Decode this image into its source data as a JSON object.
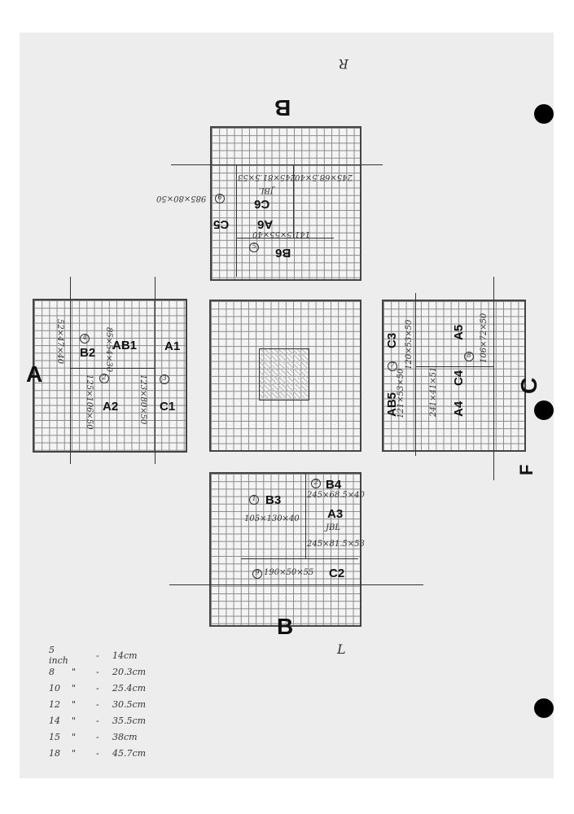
{
  "panels": {
    "top": {
      "big": "B",
      "labels": {
        "c6": "C6",
        "a6": "A6",
        "c5": "C5",
        "b6": "B6"
      },
      "dims": {
        "d1": "141.5×55×40",
        "d2": "245×81.5×53",
        "d3": "245×68.5×40",
        "d4": "JBL",
        "d5": "985×80×50"
      },
      "circles": {
        "n6": "6",
        "n5": "5"
      }
    },
    "left": {
      "big": "A",
      "labels": {
        "a1": "A1",
        "b1": "AB1",
        "b2": "B2",
        "a2": "A2",
        "c1": "C1"
      },
      "dims": {
        "d1": "85×54×30",
        "d2": "123×80×50",
        "d3": "125×106×50",
        "d4": "52×47×40"
      },
      "circles": {
        "n4": "4",
        "n2": "2",
        "n3": "3"
      }
    },
    "right": {
      "big": "C",
      "side": "F",
      "labels": {
        "c3": "C3",
        "a5": "A5",
        "c4": "C4",
        "b5": "AB5",
        "a4": "A4"
      },
      "dims": {
        "d1": "120×53×50",
        "d2": "106×72×50",
        "d3": "121×53×50",
        "d4": "241×41×51"
      },
      "circles": {
        "n7": "7",
        "n8": "8"
      }
    },
    "bottom": {
      "big": "B",
      "labels": {
        "b3": "B3",
        "b4": "B4",
        "a3": "A3",
        "c2": "C2"
      },
      "dims": {
        "d1": "105×130×40",
        "d2": "245×68.5×40",
        "d3": "JBL",
        "d4": "245×81.5×53",
        "d5": "190×50×55"
      },
      "circles": {
        "n1": "1",
        "n2": "2",
        "n9": "9"
      }
    }
  },
  "letters": {
    "r": "R",
    "l": "L"
  },
  "notes": [
    {
      "size": "5 inch",
      "sep": "-",
      "value": "14cm"
    },
    {
      "size": "8",
      "mark": "\"",
      "sep": "-",
      "value": "20.3cm"
    },
    {
      "size": "10",
      "mark": "\"",
      "sep": "-",
      "value": "25.4cm"
    },
    {
      "size": "12",
      "mark": "\"",
      "sep": "-",
      "value": "30.5cm"
    },
    {
      "size": "14",
      "mark": "\"",
      "sep": "-",
      "value": "35.5cm"
    },
    {
      "size": "15",
      "mark": "\"",
      "sep": "-",
      "value": "38cm"
    },
    {
      "size": "18",
      "mark": "\"",
      "sep": "-",
      "value": "45.7cm"
    }
  ]
}
